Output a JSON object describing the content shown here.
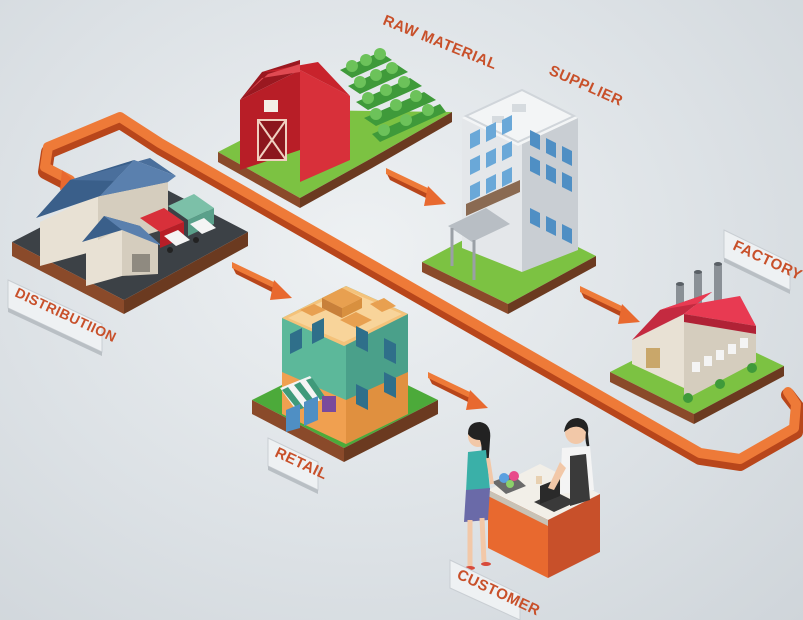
{
  "labels": {
    "raw_material": "RAW MATERIAL",
    "supplier": "SUPPLIER",
    "factory": "FACTORY",
    "distribution": "DISTRIBUTIION",
    "retail": "RETAIL",
    "customer": "CUSTOMER"
  },
  "colors": {
    "background": "#dde2e6",
    "flow_arrow": "#e8692f",
    "label_text": "#c8502a",
    "barn_red": "#c8232c",
    "factory_roof": "#e83a52",
    "grass": "#7cc242",
    "warehouse_roof": "#4a6f9c",
    "counter": "#e8692f"
  },
  "icons": {
    "raw_material": "barn-and-field-icon",
    "supplier": "office-building-icon",
    "factory": "factory-icon",
    "distribution": "warehouse-trucks-icon",
    "retail": "retail-store-icon",
    "customer": "checkout-counter-icon"
  }
}
